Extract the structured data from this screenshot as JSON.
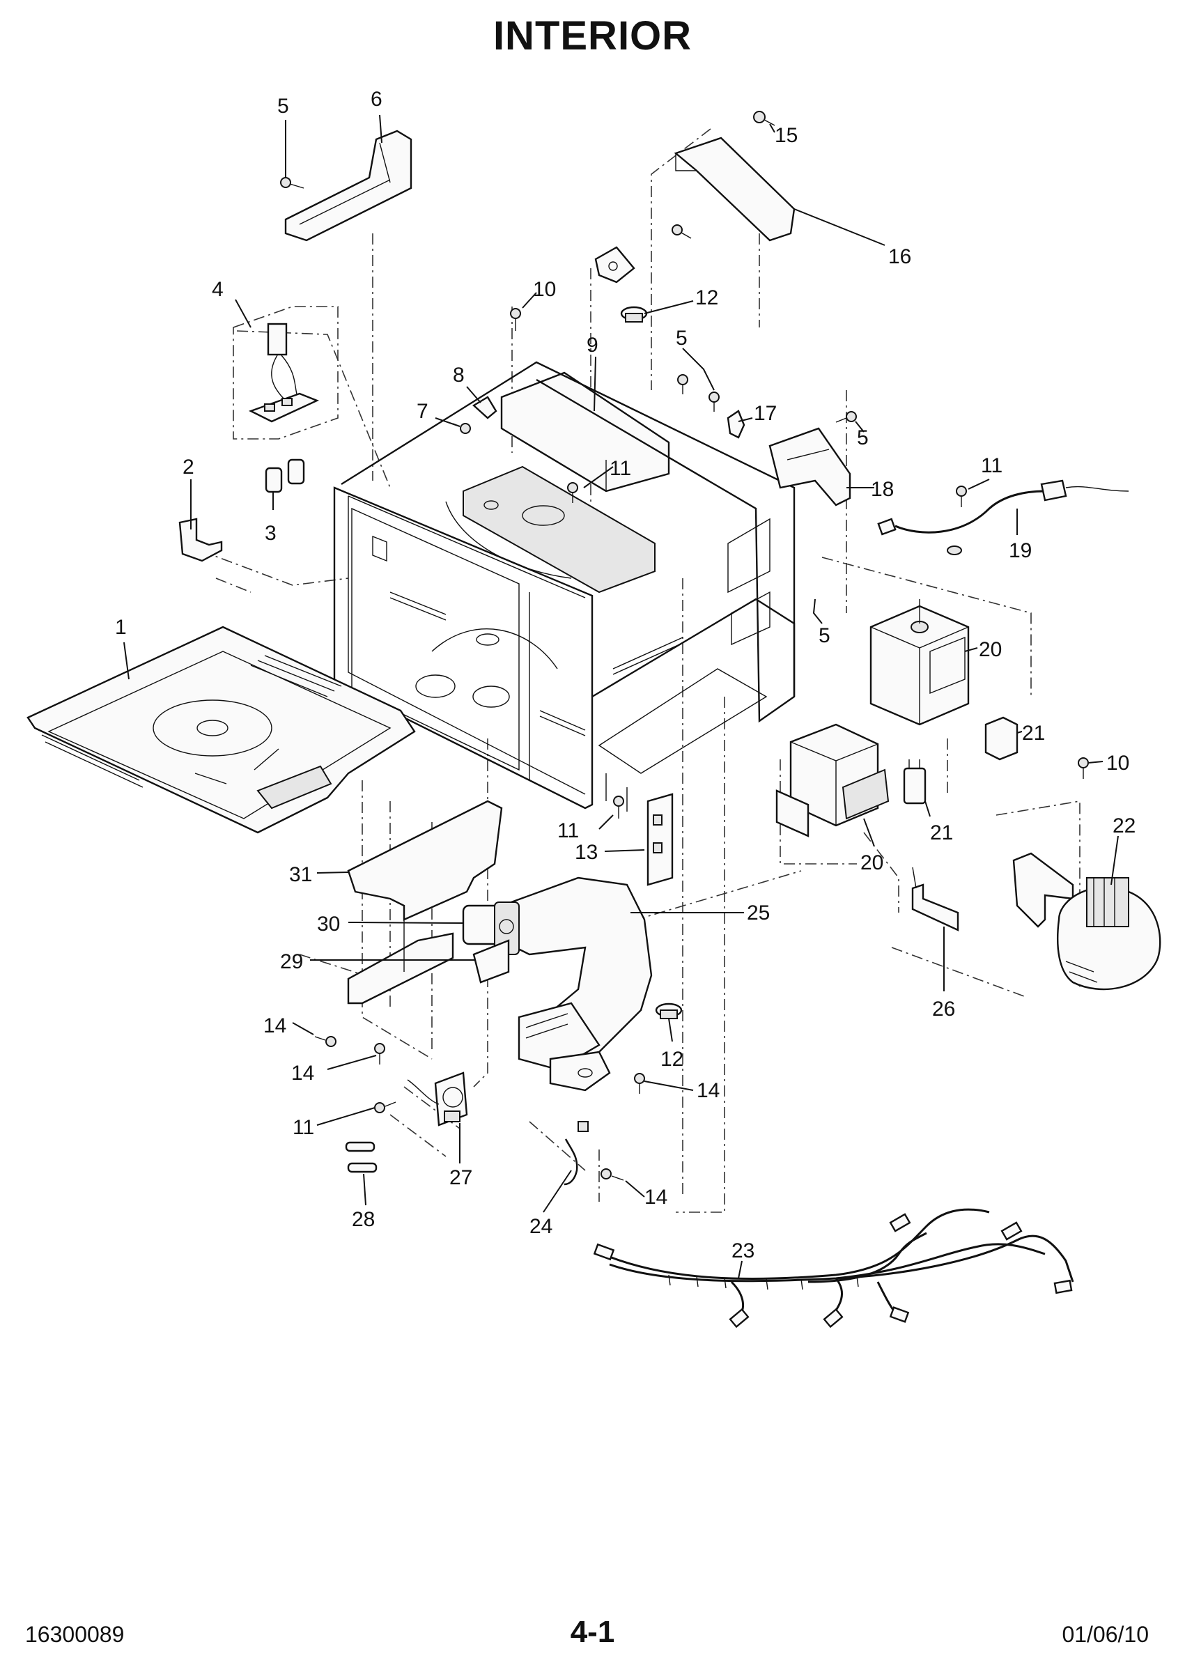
{
  "header": {
    "title": "INTERIOR"
  },
  "footer": {
    "doc_number": "16300089",
    "page_number": "4-1",
    "date": "01/06/10"
  },
  "callouts": [
    "5",
    "6",
    "15",
    "16",
    "4",
    "10",
    "12",
    "9",
    "5",
    "8",
    "7",
    "17",
    "5",
    "2",
    "11",
    "11",
    "18",
    "3",
    "19",
    "1",
    "5",
    "20",
    "21",
    "10",
    "22",
    "11",
    "13",
    "21",
    "20",
    "31",
    "25",
    "30",
    "29",
    "26",
    "14",
    "12",
    "14",
    "14",
    "11",
    "27",
    "28",
    "24",
    "14",
    "23"
  ]
}
